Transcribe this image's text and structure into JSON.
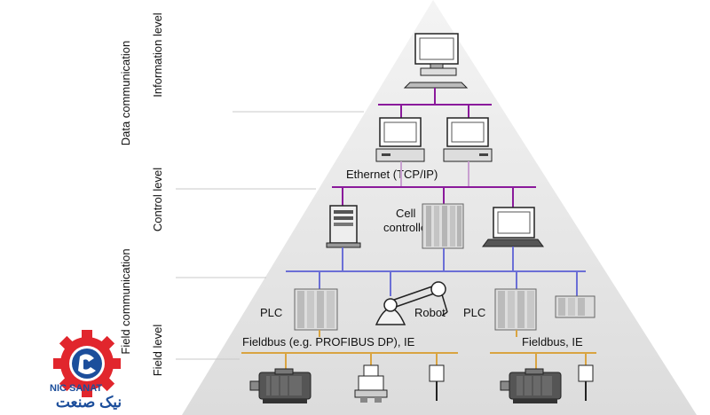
{
  "side_labels": {
    "information_level": "Information level",
    "control_level": "Control level",
    "field_level": "Field level",
    "data_communication": "Data communication",
    "field_communication": "Field communication"
  },
  "nodes": {
    "ethernet": "Ethernet (TCP/IP)",
    "cell_controller_line1": "Cell",
    "cell_controller_line2": "controller",
    "plc_left": "PLC",
    "robot": "Robot",
    "plc_right": "PLC",
    "fieldbus_left": "Fieldbus (e.g. PROFIBUS DP), IE",
    "fieldbus_right": "Fieldbus, IE"
  },
  "logo": {
    "latin": "NIC SANAT",
    "persian": "نیک صنعت"
  },
  "colors": {
    "information_bus": "#8a1a9b",
    "control_bus": "#8a1a9b",
    "field_network": "#6b6fd6",
    "fieldbus": "#d9a441",
    "pyramid": "#e6e6e6",
    "logo_red": "#e1262d",
    "logo_blue": "#1c4e9b"
  }
}
